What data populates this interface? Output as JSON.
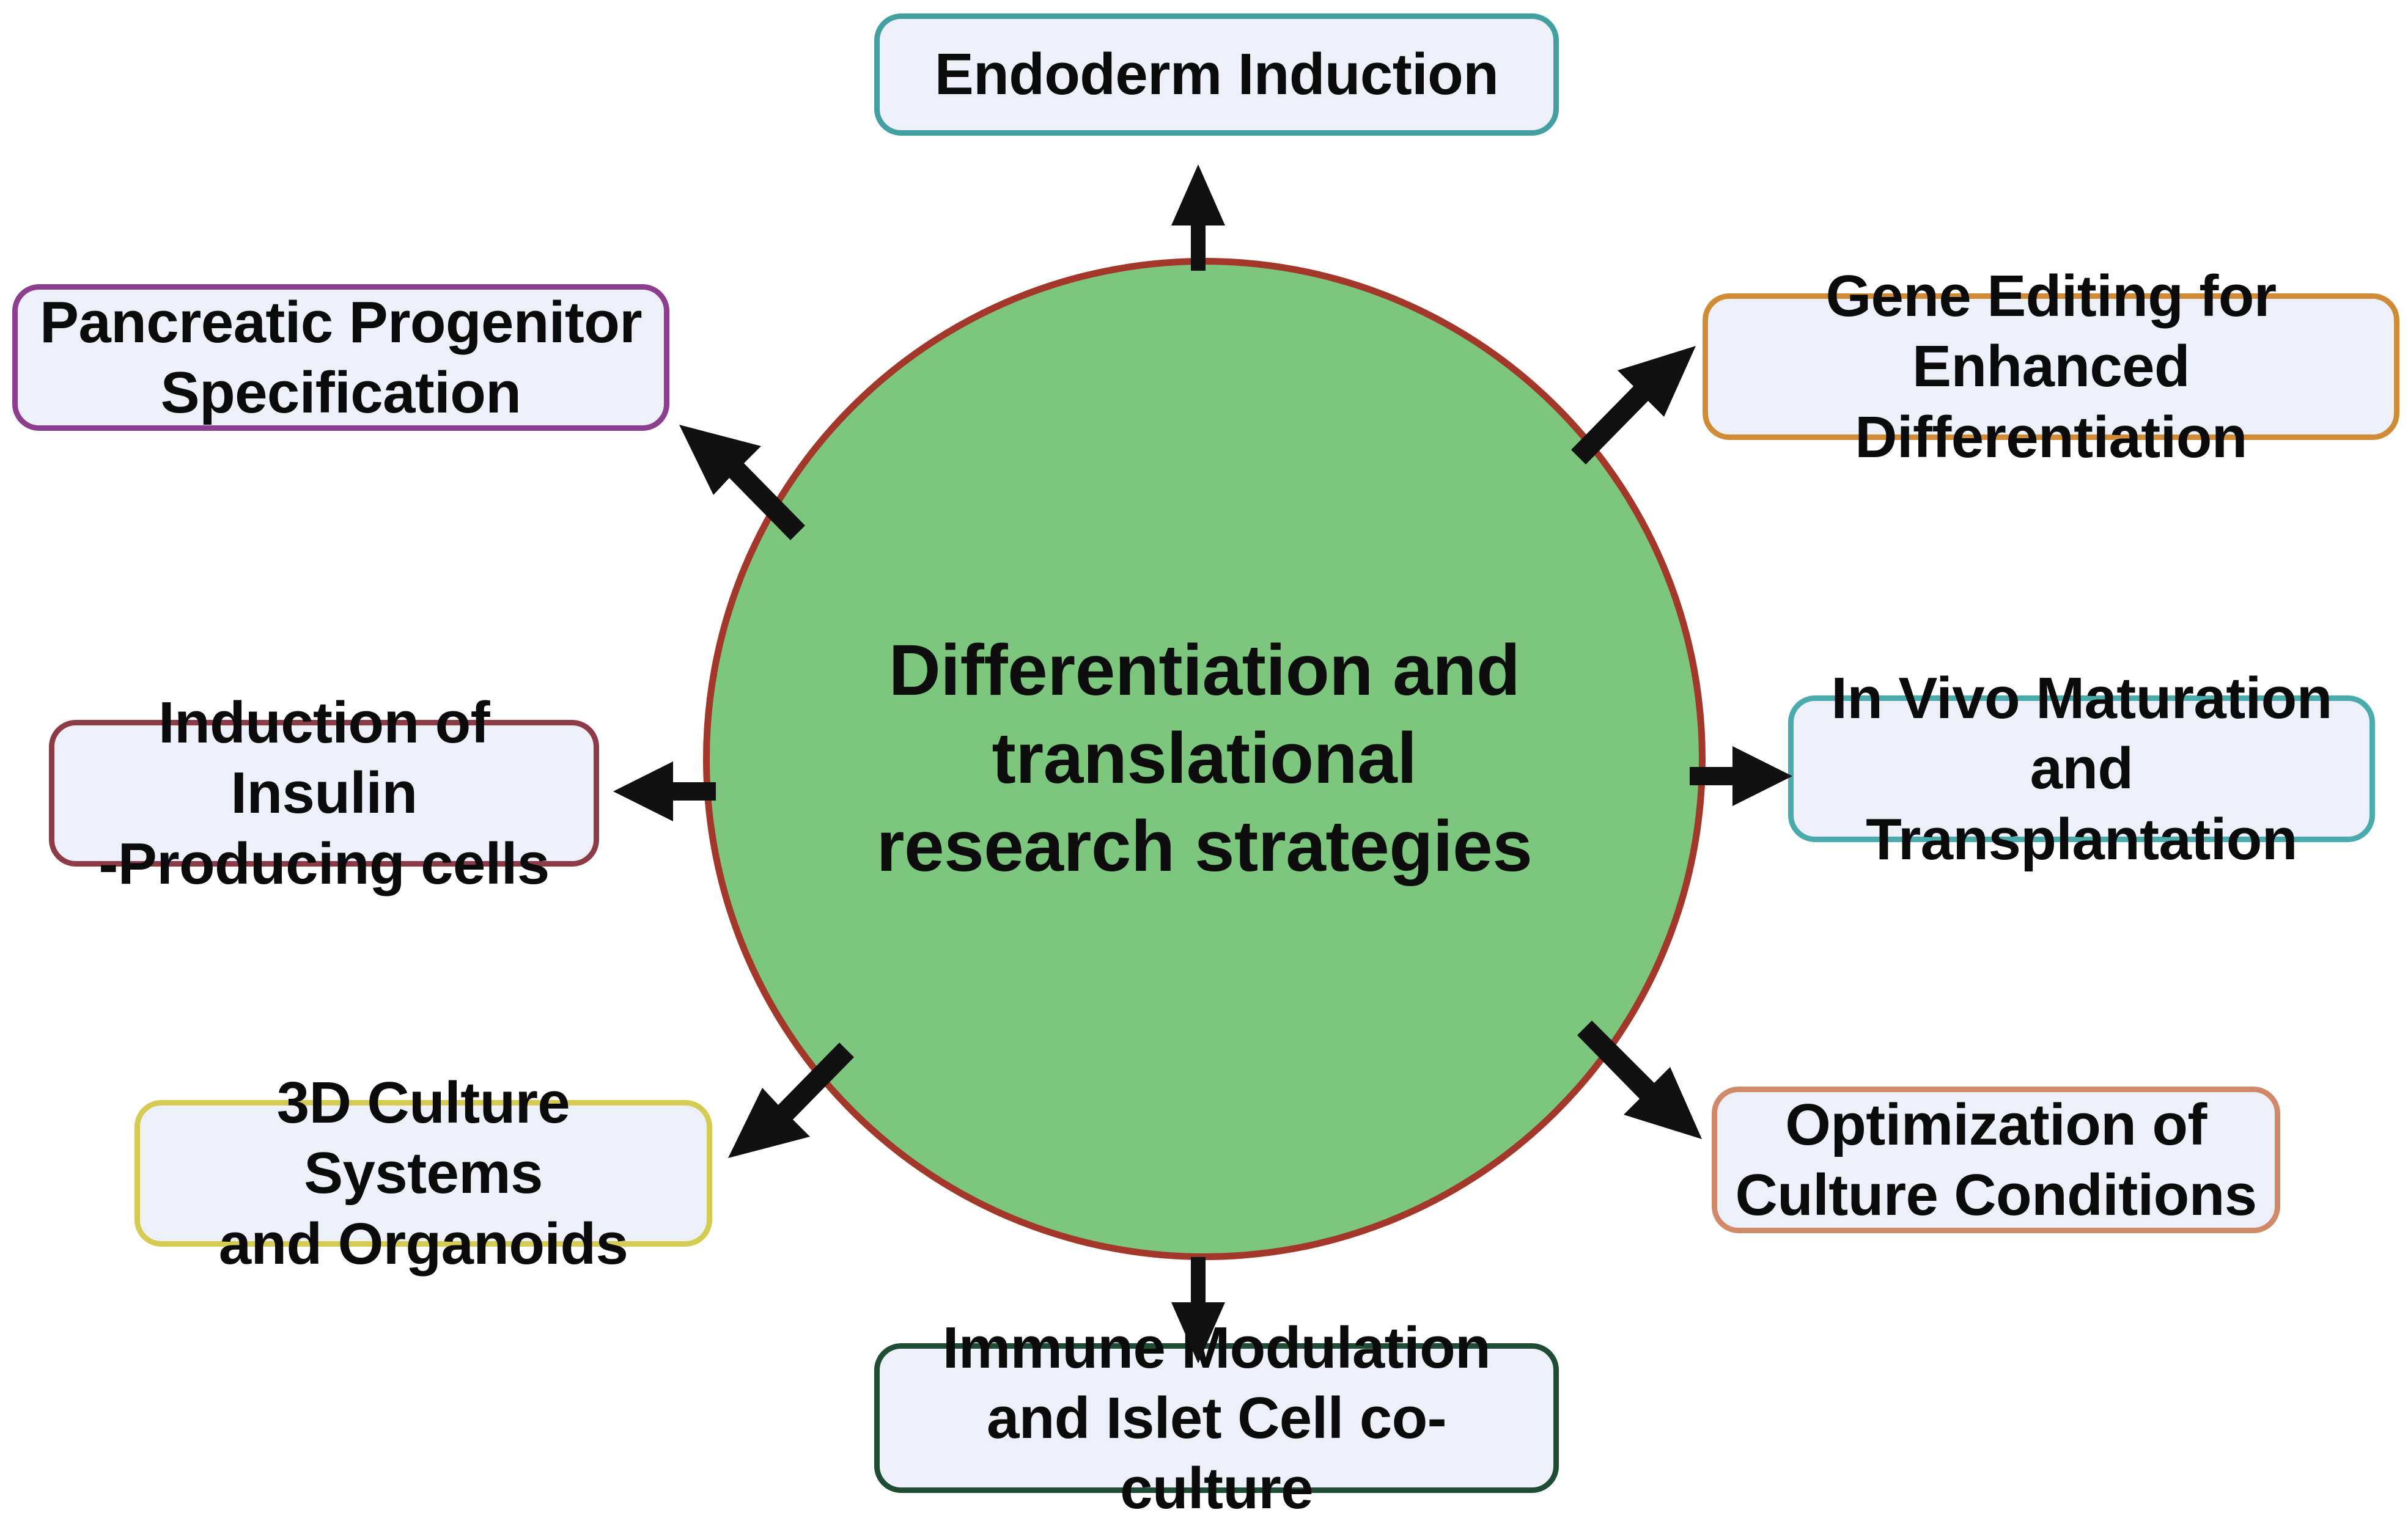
{
  "figure": {
    "type": "hub-and-spoke-diagram",
    "background_color": "#FFFFFF"
  },
  "center": {
    "label_line1": "Differentiation and",
    "label_line2": "translational",
    "label_line3": "research strategies",
    "fill_color": "#7CC67D",
    "border_color": "#A3372A",
    "text_color": "#0D0D0D"
  },
  "nodes": [
    {
      "id": "endoderm-induction",
      "line1": "Endoderm Induction",
      "line2": "",
      "border_color": "#42A0A0",
      "fill_color": "#EDF0F9",
      "position": "top",
      "arrow": "up"
    },
    {
      "id": "gene-editing",
      "line1": "Gene Editing for",
      "line2": "Enhanced Differentiation",
      "border_color": "#D08B36",
      "fill_color": "#EDF0F9",
      "position": "top-right",
      "arrow": "up-right"
    },
    {
      "id": "in-vivo-maturation",
      "line1": "In Vivo Maturation",
      "line2": "and Transplantation",
      "border_color": "#49ABAB",
      "fill_color": "#EDF0F9",
      "position": "right",
      "arrow": "right"
    },
    {
      "id": "optimization-culture",
      "line1": "Optimization of",
      "line2": "Culture Conditions",
      "border_color": "#D08A6A",
      "fill_color": "#EDF0F9",
      "position": "bottom-right",
      "arrow": "down-right"
    },
    {
      "id": "immune-modulation",
      "line1": "Immune Modulation",
      "line2": "and Islet Cell co-culture",
      "border_color": "#1F4D33",
      "fill_color": "#EDF0F9",
      "position": "bottom",
      "arrow": "down"
    },
    {
      "id": "3d-culture-systems",
      "line1": "3D Culture Systems",
      "line2": "and Organoids",
      "border_color": "#D6CB52",
      "fill_color": "#EDF0F9",
      "position": "bottom-left",
      "arrow": "down-left"
    },
    {
      "id": "insulin-producing-cells",
      "line1": "Induction of Insulin",
      "line2": "-Producing cells",
      "border_color": "#8D3C47",
      "fill_color": "#EDF0F9",
      "position": "left",
      "arrow": "left"
    },
    {
      "id": "pancreatic-progenitor",
      "line1": "Pancreatic Progenitor",
      "line2": "Specification",
      "border_color": "#8E3E8E",
      "fill_color": "#EDF0F9",
      "position": "top-left",
      "arrow": "up-left"
    }
  ],
  "arrows": {
    "color": "#111111",
    "count": 8,
    "direction_note": "all arrows point outward from the central circle toward each surrounding node"
  }
}
